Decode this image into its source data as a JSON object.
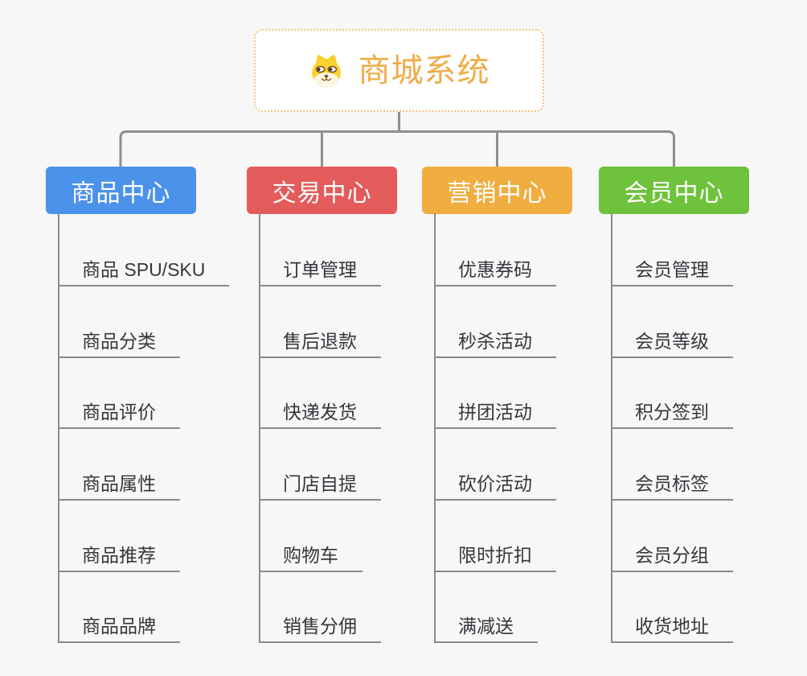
{
  "root": {
    "title": "商城系统",
    "icon": "dog-face-icon"
  },
  "branches": [
    {
      "label": "商品中心",
      "color": "#4B92EA",
      "children": [
        "商品 SPU/SKU",
        "商品分类",
        "商品评价",
        "商品属性",
        "商品推荐",
        "商品品牌"
      ]
    },
    {
      "label": "交易中心",
      "color": "#E45B5B",
      "children": [
        "订单管理",
        "售后退款",
        "快递发货",
        "门店自提",
        "购物车",
        "销售分佣"
      ]
    },
    {
      "label": "营销中心",
      "color": "#F0AD40",
      "children": [
        "优惠券码",
        "秒杀活动",
        "拼团活动",
        "砍价活动",
        "限时折扣",
        "满减送"
      ]
    },
    {
      "label": "会员中心",
      "color": "#6EC23C",
      "children": [
        "会员管理",
        "会员等级",
        "积分签到",
        "会员标签",
        "会员分组",
        "收货地址"
      ]
    }
  ],
  "colors": {
    "background": "#F7F7F7",
    "root_border": "#F4C375",
    "root_accent": "#F0AC48",
    "connector": "#8F8F8F",
    "leaf_line": "#8A8A8A",
    "leaf_text": "#34373C"
  }
}
